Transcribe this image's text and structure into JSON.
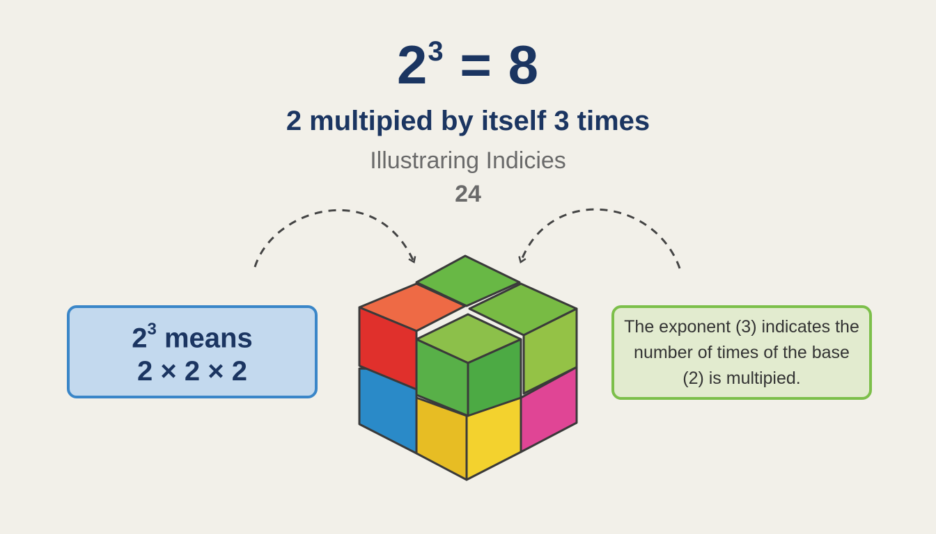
{
  "header": {
    "equation_base": "2",
    "equation_exponent": "3",
    "equation_result": "= 8",
    "subtitle": "2 multipied by itself 3 times",
    "caption": "Illustraring Indicies",
    "number": "24"
  },
  "left_box": {
    "base": "2",
    "exponent": "3",
    "means": "means",
    "expansion": "2 × 2 × 2"
  },
  "right_box": {
    "text": "The exponent (3) indicates the number of times of the base (2) is multipied."
  },
  "cube_colors": {
    "red": "#e0302c",
    "orange": "#ee6a45",
    "green_dark": "#5cb548",
    "green_light": "#94c246",
    "blue": "#2a8ac8",
    "yellow": "#f0c42a",
    "pink": "#e04595"
  }
}
